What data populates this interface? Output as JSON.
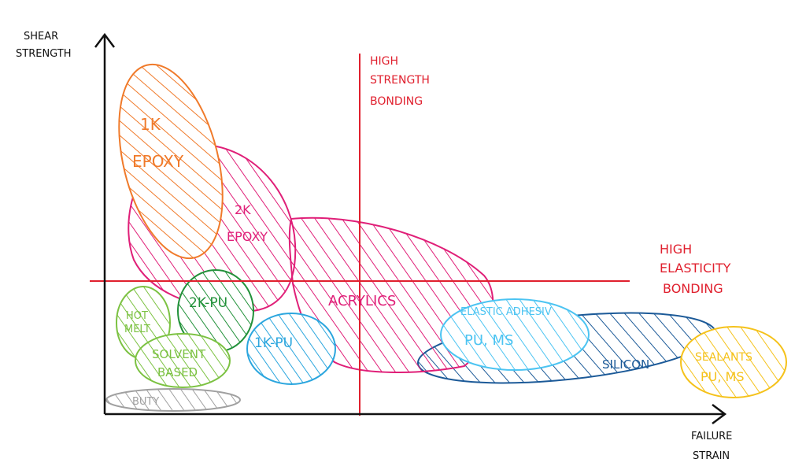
{
  "axes": {
    "y_label_line1": "SHEAR",
    "y_label_line2": "STRENGTH",
    "x_label_line1": "FAILURE",
    "x_label_line2": "STRAIN"
  },
  "zones": {
    "strength_line1": "HIGH",
    "strength_line2": "STRENGTH",
    "strength_line3": "BONDING",
    "elasticity_line1": "HIGH",
    "elasticity_line2": "ELASTICITY",
    "elasticity_line3": "BONDING"
  },
  "adhesives": {
    "epoxy_1k": {
      "line1": "1K",
      "line2": "EPOXY",
      "color": "#f07a2a"
    },
    "epoxy_2k": {
      "line1": "2K",
      "line2": "EPOXY",
      "color": "#e01f78"
    },
    "acrylics": {
      "line1": "ACRYLICS",
      "color": "#e01f78"
    },
    "pu_2k": {
      "line1": "2K-PU",
      "color": "#22913a"
    },
    "hot_melt": {
      "line1": "HOT",
      "line2": "MELT",
      "color": "#7cc242"
    },
    "solvent_based": {
      "line1": "SOLVENT",
      "line2": "BASED",
      "color": "#7cc242"
    },
    "pu_1k": {
      "line1": "1K-PU",
      "color": "#2ba6de"
    },
    "buty": {
      "line1": "BUTY",
      "color": "#a0a0a0"
    },
    "elastic_adhesive": {
      "line1": "ELASTIC ADHESIV",
      "line2": "PU, MS",
      "color": "#4cc4f2"
    },
    "silicon": {
      "line1": "SILICON",
      "color": "#1c5a98"
    },
    "sealants": {
      "line1": "SEALANTS",
      "line2": "PU, MS",
      "color": "#f5c21b"
    }
  },
  "colors": {
    "zone_lines": "#e0202e",
    "axes": "#111111"
  }
}
